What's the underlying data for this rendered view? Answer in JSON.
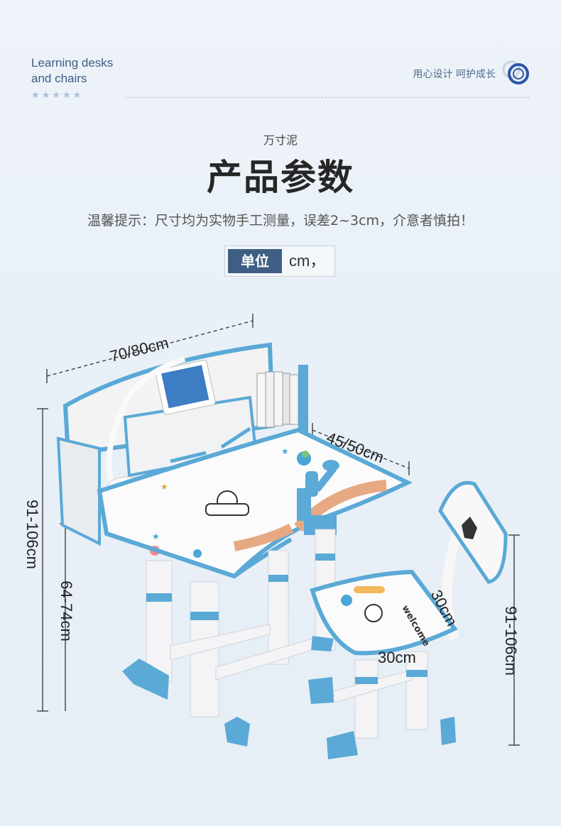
{
  "header": {
    "english_title_line1": "Learning desks",
    "english_title_line2": "and chairs",
    "stars": "★★★★★",
    "slogan": "用心设计 呵护成长"
  },
  "brand": "万寸泥",
  "title": "产品参数",
  "tip": "温馨提示：尺寸均为实物手工测量，误差2~3cm，介意者慎拍！",
  "unit": {
    "label": "单位",
    "value": "cm，"
  },
  "dimensions": {
    "desk_width": "70/80cm",
    "desk_depth": "45/50cm",
    "total_height": "91-106cm",
    "desk_height": "64-74cm",
    "chair_height": "91-106cm",
    "seat_depth": "30cm",
    "seat_width": "30cm"
  },
  "desk_decor": {
    "chair_back_text": "welcome"
  },
  "colors": {
    "accent_blue": "#5aa9d6",
    "nav_blue": "#3f5e84",
    "frame_white": "#f2f2f2"
  }
}
